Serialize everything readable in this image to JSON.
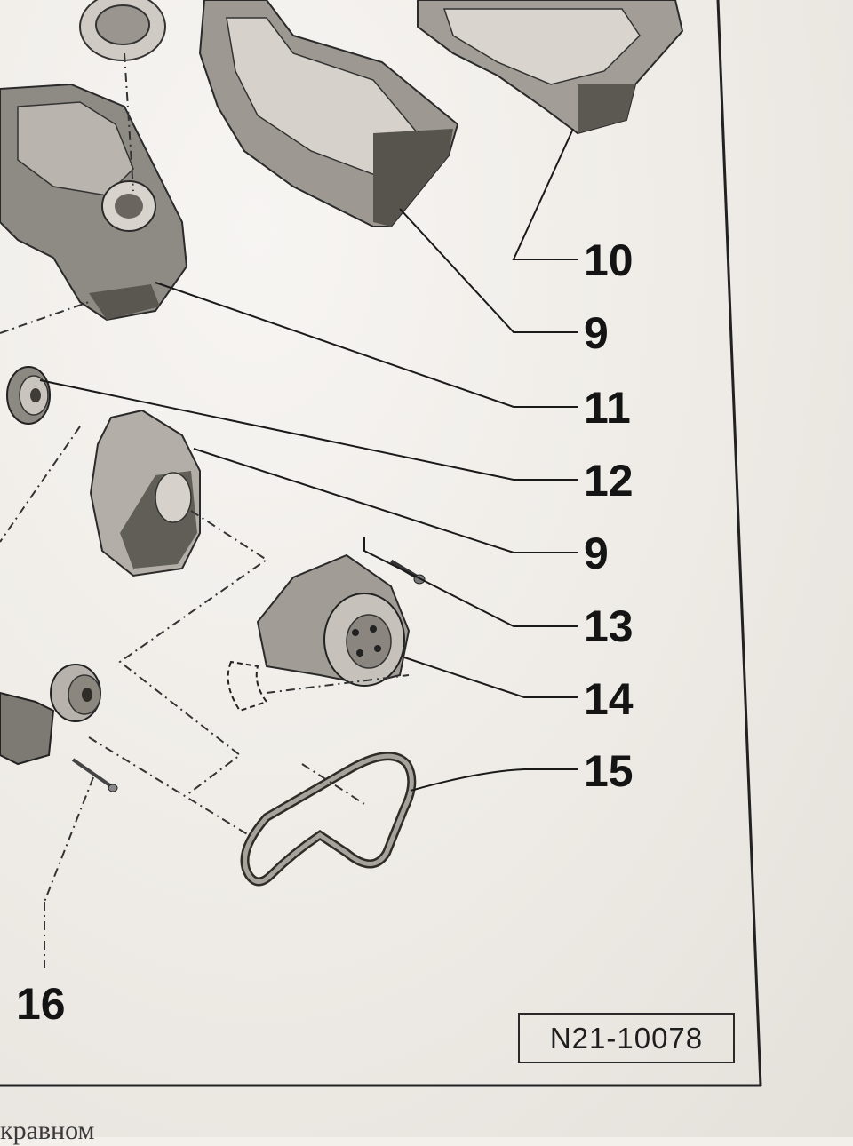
{
  "callouts": [
    {
      "id": "c10",
      "label": "10"
    },
    {
      "id": "c9a",
      "label": "9"
    },
    {
      "id": "c11",
      "label": "11"
    },
    {
      "id": "c12",
      "label": "12"
    },
    {
      "id": "c9b",
      "label": "9"
    },
    {
      "id": "c13",
      "label": "13"
    },
    {
      "id": "c14",
      "label": "14"
    },
    {
      "id": "c15",
      "label": "15"
    },
    {
      "id": "c16",
      "label": "16"
    }
  ],
  "figure_code": "N21-10078",
  "bottom_text": "кравном"
}
